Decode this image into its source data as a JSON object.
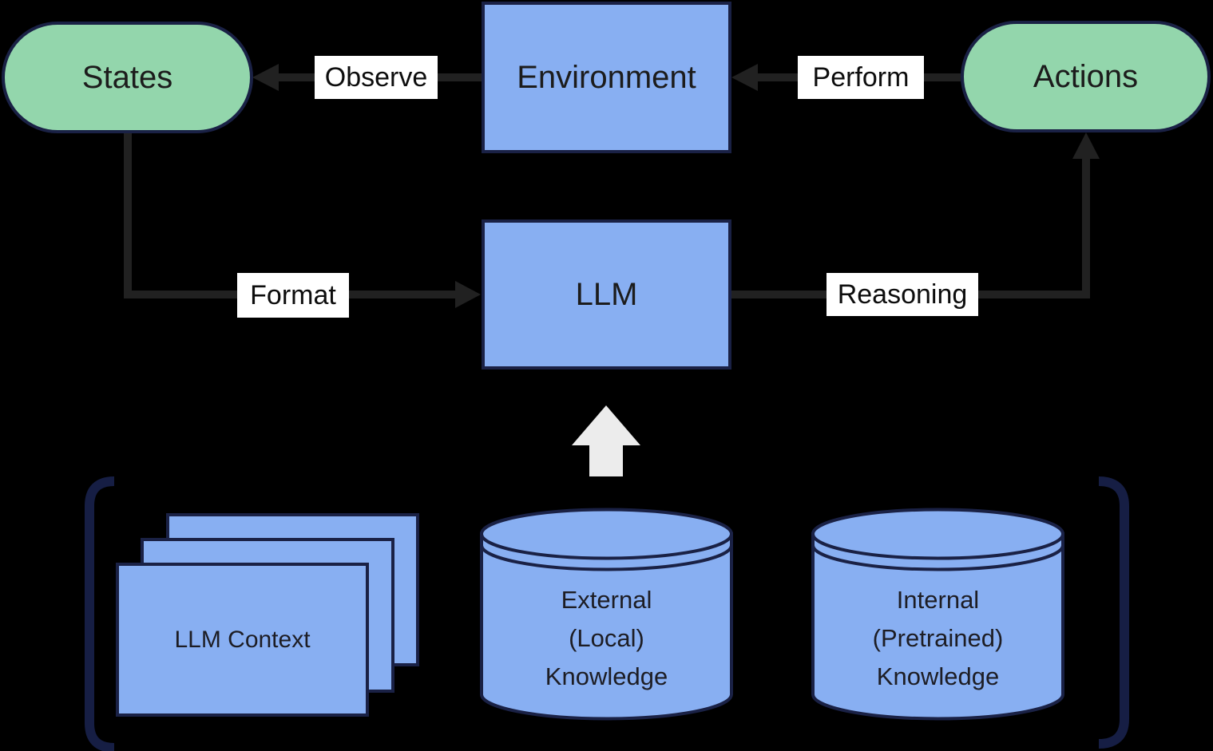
{
  "diagram": {
    "title": "LLM agent loop diagram",
    "nodes": {
      "states": "States",
      "environment": "Environment",
      "actions": "Actions",
      "llm": "LLM"
    },
    "edges": {
      "observe": "Observe",
      "perform": "Perform",
      "format": "Format",
      "reasoning": "Reasoning"
    },
    "knowledge": {
      "llm_context": "LLM Context",
      "external": "External\n(Local)\nKnowledge",
      "internal": "Internal\n(Pretrained)\nKnowledge"
    },
    "colors": {
      "background": "#000000",
      "node_blue": "#88aff2",
      "node_green": "#93d6ac",
      "border_navy": "#1a2145",
      "bracket_navy": "#161e44",
      "arrow_dark": "#212121",
      "arrow_light": "#ececec",
      "label_bg": "#ffffff",
      "text_dark": "#1c1c1c"
    }
  }
}
